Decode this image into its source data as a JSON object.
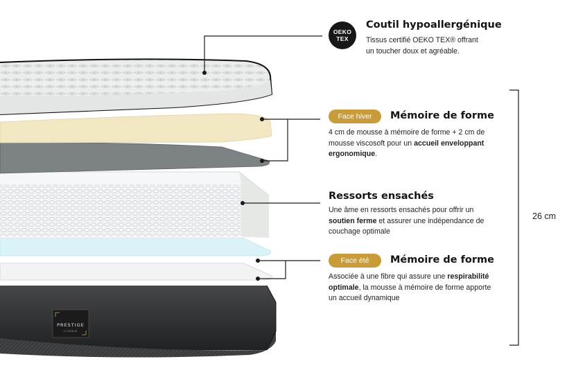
{
  "badge_oeko": {
    "line1": "OEKO",
    "line2": "TEX"
  },
  "top_layer": {
    "title": "Coutil hypoallergénique",
    "desc": "Tissus certifié OEKO TEX® offrant un toucher doux et agréable."
  },
  "winter_layer": {
    "badge": "Face hiver",
    "title": "Mémoire de forme",
    "desc_before": "4 cm de mousse à mémoire de forme + 2 cm de mousse viscosoft pour un ",
    "desc_bold": "accueil enveloppant ergonomique",
    "desc_after": "."
  },
  "springs_layer": {
    "title": "Ressorts ensachés",
    "desc_before": "Une âme en ressorts ensachés pour offrir un ",
    "desc_bold": "soutien ferme",
    "desc_after": " et assurer une indépendance de couchage optimale"
  },
  "summer_layer": {
    "badge": "Face été",
    "title": "Mémoire de forme",
    "desc_before": "Associée à une fibre qui assure une ",
    "desc_bold": "respirabilité optimale",
    "desc_after": ", la mousse à mémoire de forme apporte un accueil dynamique"
  },
  "dimension": {
    "label": "26 cm"
  },
  "brand": {
    "name": "PRESTIGE",
    "sub": "LITERIE"
  },
  "colors": {
    "gold": "#c99c38",
    "dark": "#171717",
    "foam": "#f2e7c3",
    "cool": "#d9f3f8"
  }
}
